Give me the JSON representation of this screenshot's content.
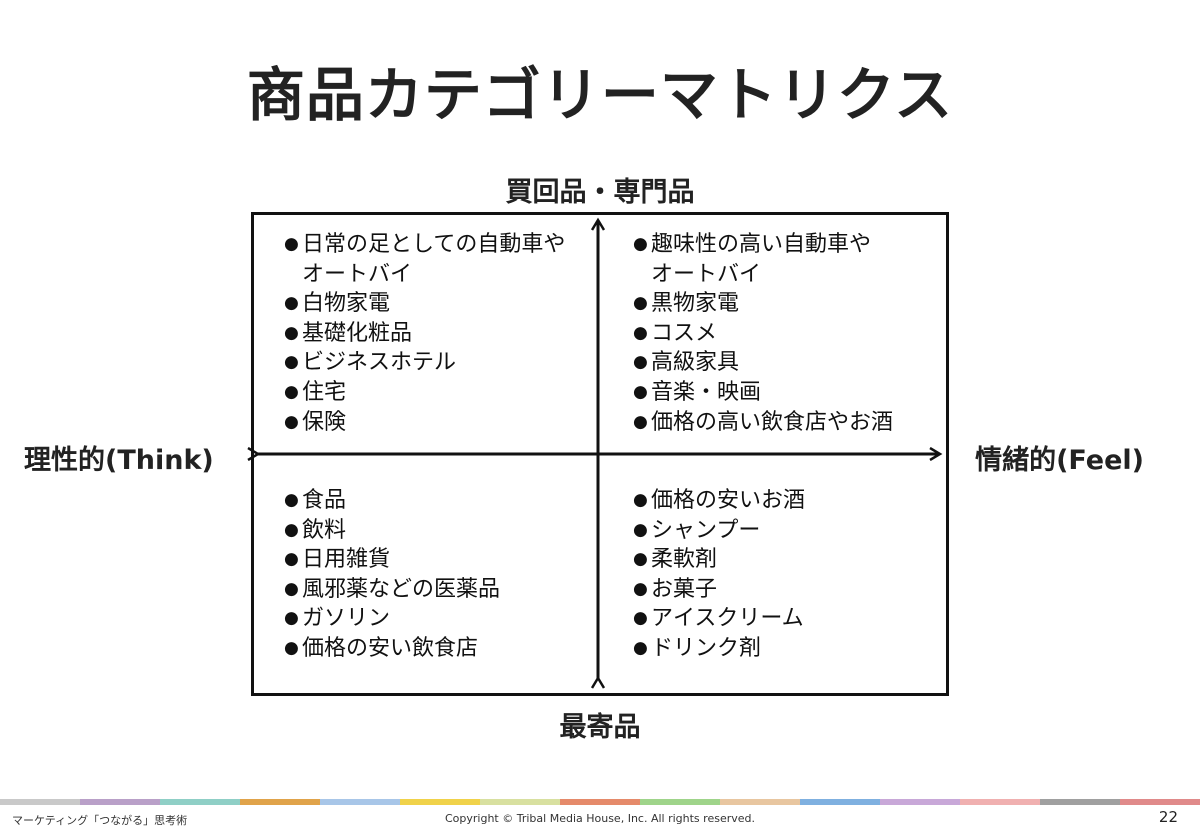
{
  "title": "商品カテゴリーマトリクス",
  "axes": {
    "top": "買回品・専門品",
    "bottom": "最寄品",
    "left": "理性的(Think)",
    "right": "情緒的(Feel)"
  },
  "quadrants": {
    "top_left": [
      "日常の足としての自動車や",
      "オートバイ",
      "白物家電",
      "基礎化粧品",
      "ビジネスホテル",
      "住宅",
      "保険"
    ],
    "top_right": [
      "趣味性の高い自動車や",
      "オートバイ",
      "黒物家電",
      "コスメ",
      "高級家具",
      "音楽・映画",
      "価格の高い飲食店やお酒"
    ],
    "bottom_left": [
      "食品",
      "飲料",
      "日用雑貨",
      "風邪薬などの医薬品",
      "ガソリン",
      "価格の安い飲食店"
    ],
    "bottom_right": [
      "価格の安いお酒",
      "シャンプー",
      "柔軟剤",
      "お菓子",
      "アイスクリーム",
      "ドリンク剤"
    ]
  },
  "bullet_symbol": "●",
  "footer": {
    "left": "マーケティング「つながる」思考術",
    "center": "Copyright © Tribal Media House, Inc. All rights reserved.",
    "page_number": "22"
  },
  "colors": {
    "stripe": [
      "#c9c9c9",
      "#b9a0c8",
      "#8fcfc6",
      "#e0a34a",
      "#a8c6e8",
      "#f0d24a",
      "#d8e0a0",
      "#e58a6a",
      "#9fd48a",
      "#e8c6a0",
      "#7fb0e0",
      "#c8a8d8",
      "#f0b0b0",
      "#a0a0a0",
      "#e08a8a"
    ]
  }
}
